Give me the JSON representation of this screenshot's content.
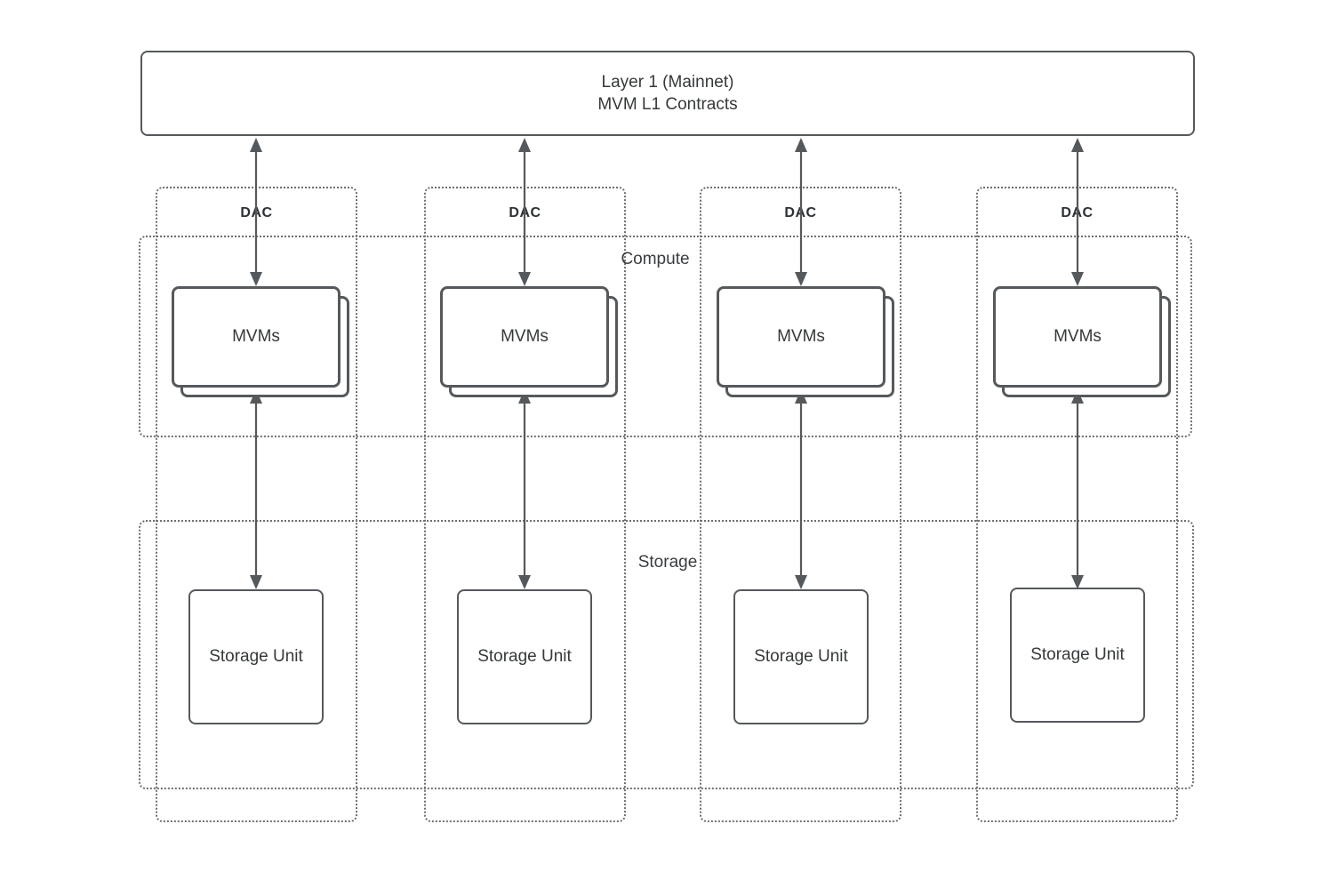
{
  "layer1": {
    "line1": "Layer 1 (Mainnet)",
    "line2": "MVM L1 Contracts"
  },
  "bands": {
    "compute_label": "Compute",
    "storage_label": "Storage"
  },
  "columns": [
    {
      "dac_label": "DAC",
      "mvm_label": "MVMs",
      "storage_label": "Storage Unit"
    },
    {
      "dac_label": "DAC",
      "mvm_label": "MVMs",
      "storage_label": "Storage Unit"
    },
    {
      "dac_label": "DAC",
      "mvm_label": "MVMs",
      "storage_label": "Storage Unit"
    },
    {
      "dac_label": "DAC",
      "mvm_label": "MVMs",
      "storage_label": "Storage Unit"
    }
  ],
  "colors": {
    "box_border": "#55595c",
    "dotted_border": "#6f6f6f",
    "arrow": "#55595c",
    "text": "#36393b",
    "background": "#ffffff"
  }
}
